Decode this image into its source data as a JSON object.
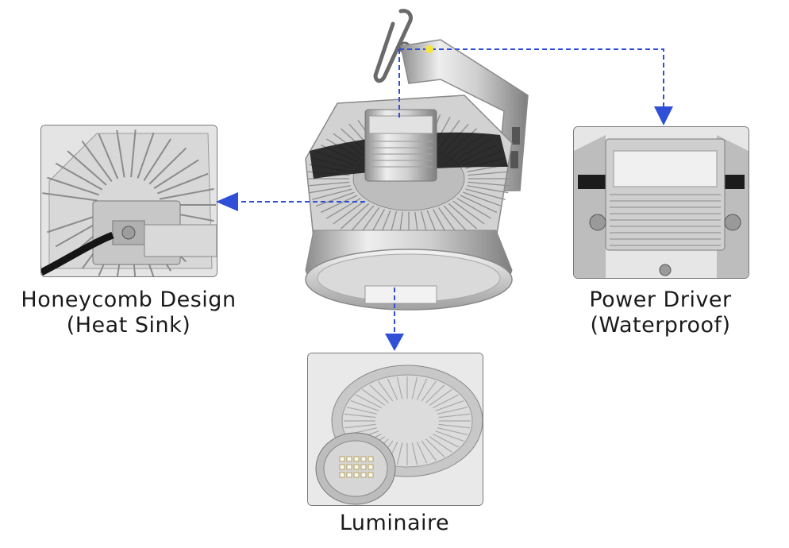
{
  "labels": {
    "heat_sink_line1": "Honeycomb Design",
    "heat_sink_line2": "(Heat Sink)",
    "driver_line1": "Power Driver",
    "driver_line2": "(Waterproof)",
    "luminaire": "Luminaire"
  },
  "colors": {
    "arrow": "#2f4fd6",
    "frame": "#7a7a7a",
    "metal_light": "#e8e8e8",
    "metal_mid": "#b9b9b9",
    "metal_dark": "#6d6d6d"
  }
}
